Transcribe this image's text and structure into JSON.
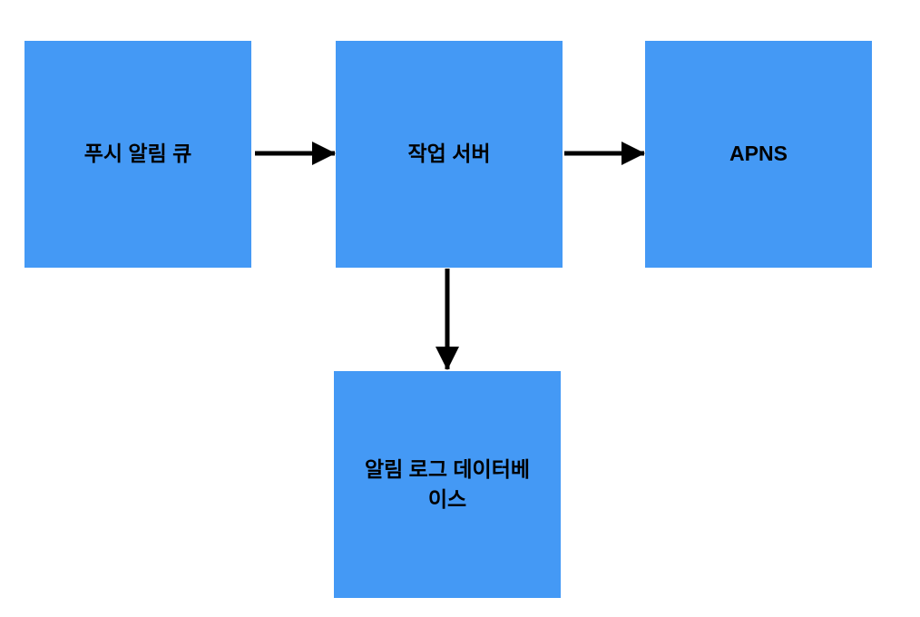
{
  "page": {
    "background_color": "#ffffff"
  },
  "diagram": {
    "type": "flowchart",
    "node_fill_color": "#4499F5",
    "node_text_color": "#000000",
    "arrow_color": "#000000",
    "nodes": [
      {
        "id": "push-notification-queue",
        "label": "푸시 알림 큐"
      },
      {
        "id": "worker-server",
        "label": "작업 서버"
      },
      {
        "id": "apns",
        "label": "APNS"
      },
      {
        "id": "notification-log-database",
        "label": "알림 로그 데이터베\n이스"
      }
    ],
    "edges": [
      {
        "from": "push-notification-queue",
        "to": "worker-server",
        "direction": "right"
      },
      {
        "from": "worker-server",
        "to": "apns",
        "direction": "right"
      },
      {
        "from": "worker-server",
        "to": "notification-log-database",
        "direction": "down"
      }
    ]
  }
}
